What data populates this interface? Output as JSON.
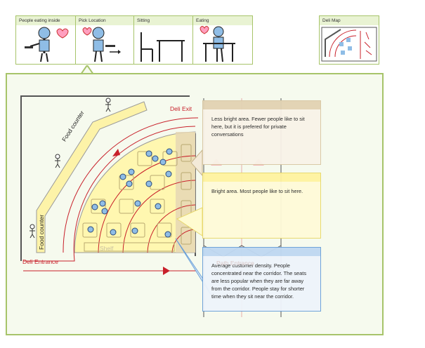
{
  "thumbnails": [
    {
      "label": "People eating inside"
    },
    {
      "label": "Pick Location"
    },
    {
      "label": "Sitting"
    },
    {
      "label": "Eating"
    },
    {
      "label": "Deli Map"
    }
  ],
  "plan": {
    "deli_exit": "Deli Exit",
    "deli_entrance": "Deli Entrance",
    "food_counter_top": "Food counter",
    "food_counter_bottom": "Food counter",
    "shelf": "Shelf",
    "path_entrance": "Path Entrance"
  },
  "annotations": {
    "top": "Less bright area. Fewer people like to sit here, but it is prefered for private conversations",
    "middle": "Bright area. Most people like to sit here.",
    "bottom": "Average customer density. People concentrated near the corridor. The seats are less popular when they are far away from the corridor. People stay for shorter time when they sit near the corridor."
  },
  "colors": {
    "accent_green": "#a7c46a",
    "tab_green": "#e9f3d3",
    "panel_bg": "#f6faee",
    "flow_red": "#c8202a",
    "bright_yellow": "#fff7a8",
    "dim_tan": "#e2d3b3",
    "blue_note": "#bfd8f2",
    "person_blue": "#8fbde6"
  }
}
